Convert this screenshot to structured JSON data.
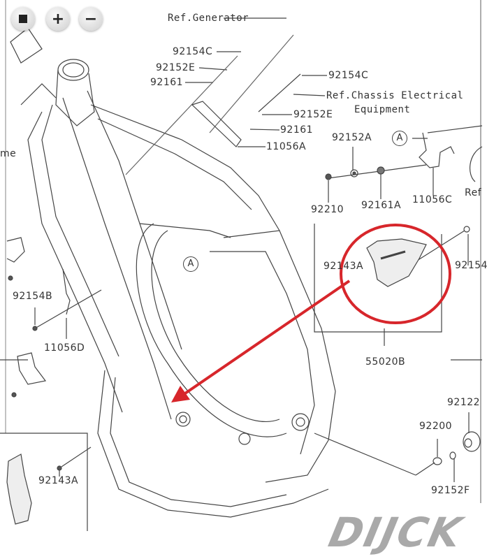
{
  "controls": {
    "home_icon": "home-icon",
    "zoom_in": "+",
    "zoom_out": "−"
  },
  "labels": {
    "ref_generator": "Ref.Generator",
    "p92154C_top": "92154C",
    "p92152E_top": "92152E",
    "p92161_top": "92161",
    "p92154C_right": "92154C",
    "ref_chassis_line1": "Ref.Chassis Electrical",
    "ref_chassis_line2": "Equipment",
    "p92152E_mid": "92152E",
    "p92161_mid": "92161",
    "p11056A": "11056A",
    "p92152A": "92152A",
    "p92210": "92210",
    "p92161A": "92161A",
    "p11056C": "11056C",
    "ref_partial": "Ref",
    "p92143A_upper": "92143A",
    "p92154_partial": "92154",
    "p55020B": "55020B",
    "p92154B": "92154B",
    "p11056D": "11056D",
    "frame_partial": "me",
    "p92143A_lower": "92143A",
    "p92122": "92122",
    "p92200": "92200",
    "p92152F": "92152F",
    "circle_a": "A"
  },
  "watermark": "DIJCK",
  "highlight_color": "#d7262b"
}
